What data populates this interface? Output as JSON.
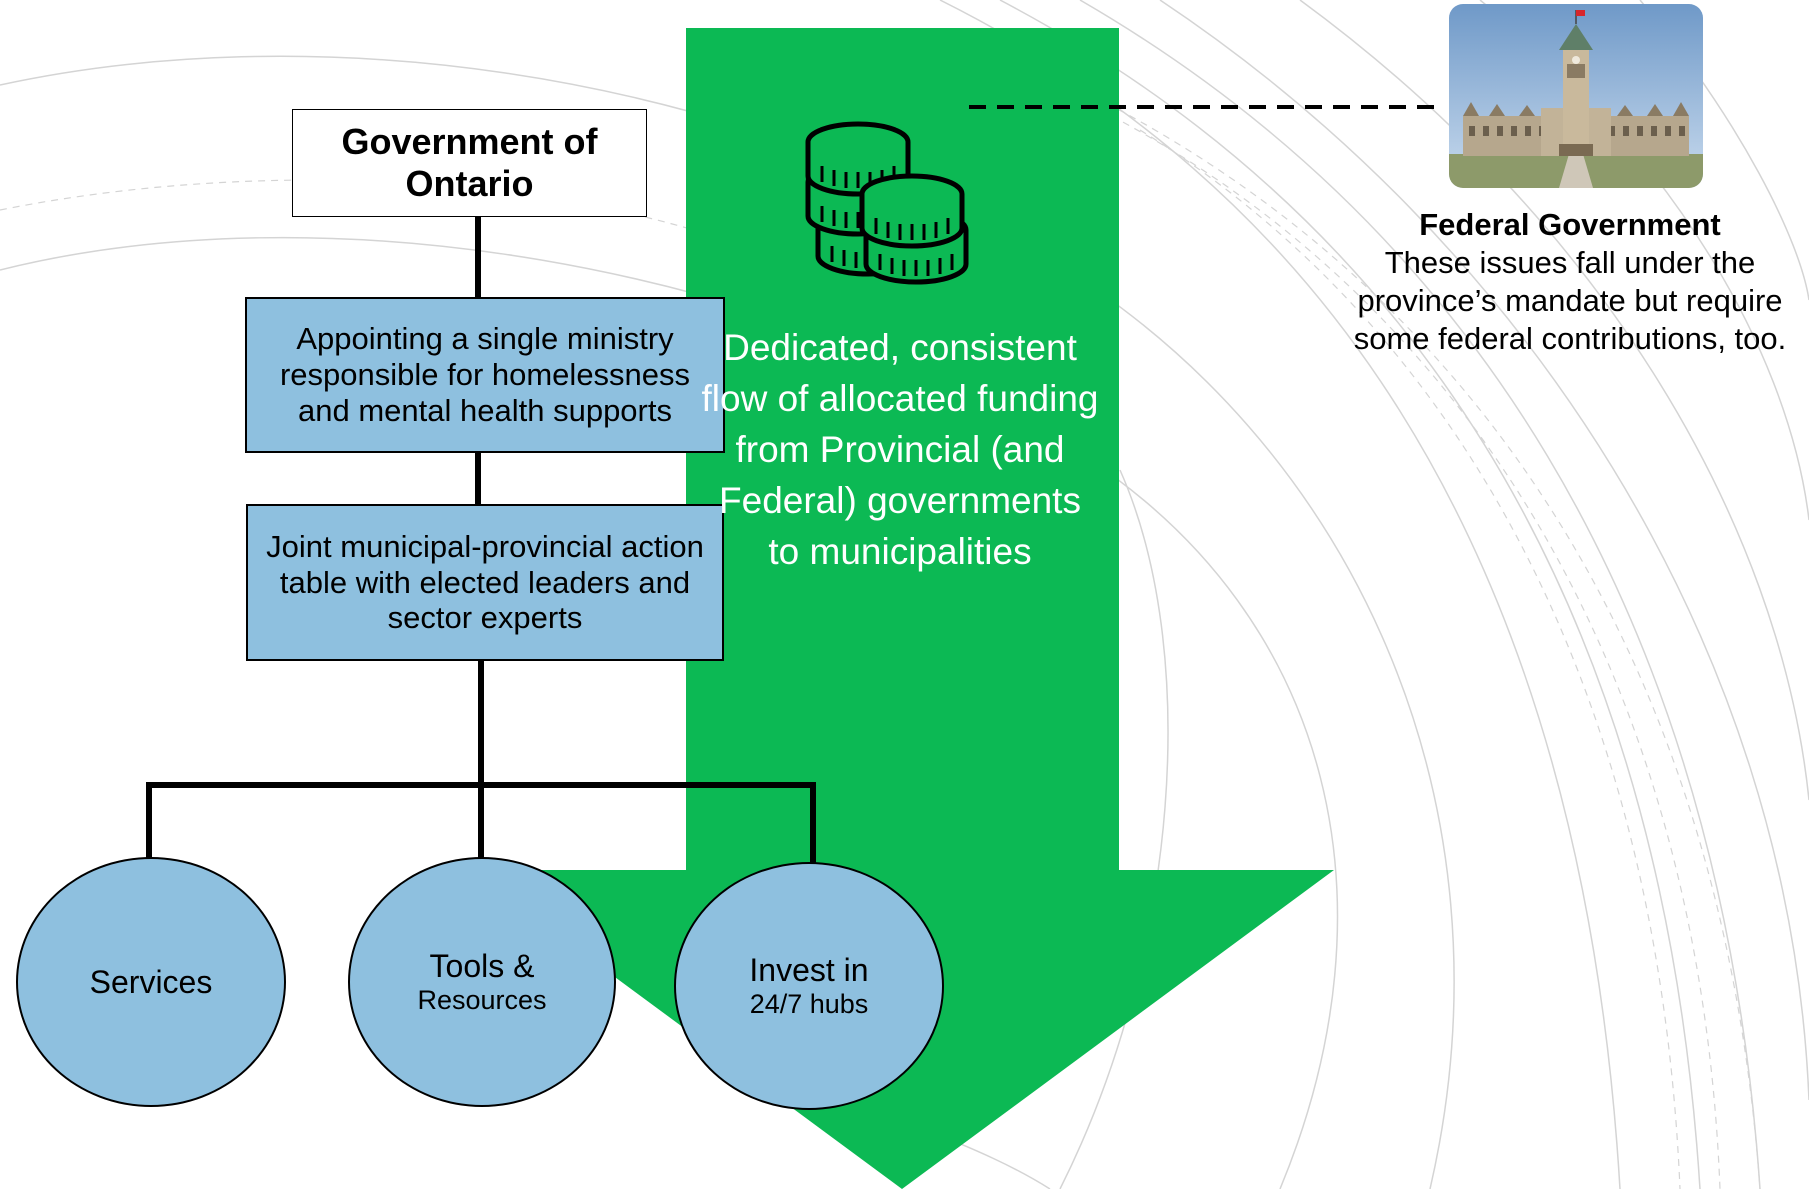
{
  "org_chart": {
    "root": {
      "label": "Government of Ontario"
    },
    "levels": [
      {
        "label": "Appointing a single ministry responsible for homelessness and mental health supports"
      },
      {
        "label": "Joint municipal-provincial action table with elected leaders and sector experts"
      }
    ],
    "leaves": [
      {
        "main": "Services",
        "sub": ""
      },
      {
        "main": "Tools &",
        "sub": "Resources"
      },
      {
        "main": "Invest in",
        "sub": "24/7 hubs"
      }
    ]
  },
  "funding_arrow": {
    "text": "Dedicated, consistent flow of allocated funding from Provincial (and Federal) governments to municipalities",
    "icon": "coins-icon",
    "color": "#0cb954"
  },
  "federal": {
    "image": "parliament-building-photo",
    "title": "Federal Government",
    "description": "These issues fall under the province’s mandate but require some federal contributions, too."
  },
  "colors": {
    "box_fill": "#8ec0df",
    "arrow": "#0cb954",
    "lines": "#000000"
  }
}
